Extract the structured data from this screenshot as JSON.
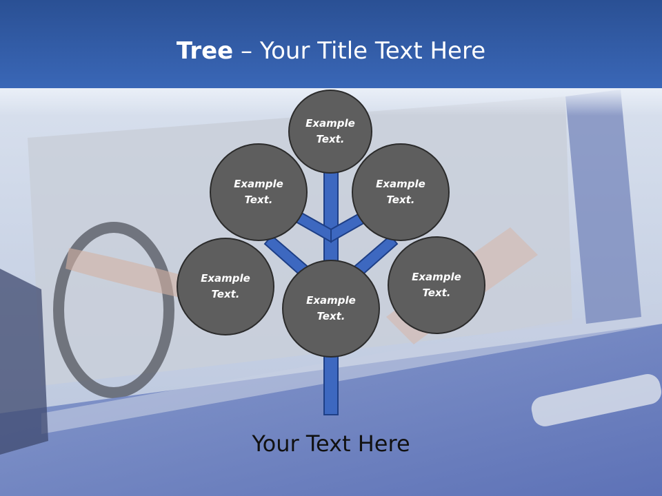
{
  "title": {
    "bold": "Tree",
    "separator": " – ",
    "rest": "Your Title Text Here"
  },
  "nodes": {
    "top": {
      "label": "Example\nText."
    },
    "upper_left": {
      "label": "Example\nText."
    },
    "upper_right": {
      "label": "Example\nText."
    },
    "middle_left": {
      "label": "Example\nText."
    },
    "center": {
      "label": "Example\nText."
    },
    "middle_right": {
      "label": "Example\nText."
    }
  },
  "footer": {
    "text": "Your Text Here"
  },
  "colors": {
    "branch": "#3d68c0",
    "node_fill": "#5e5e5e",
    "node_border": "#2b2b2b",
    "title_bar": "#2f5aa6"
  }
}
